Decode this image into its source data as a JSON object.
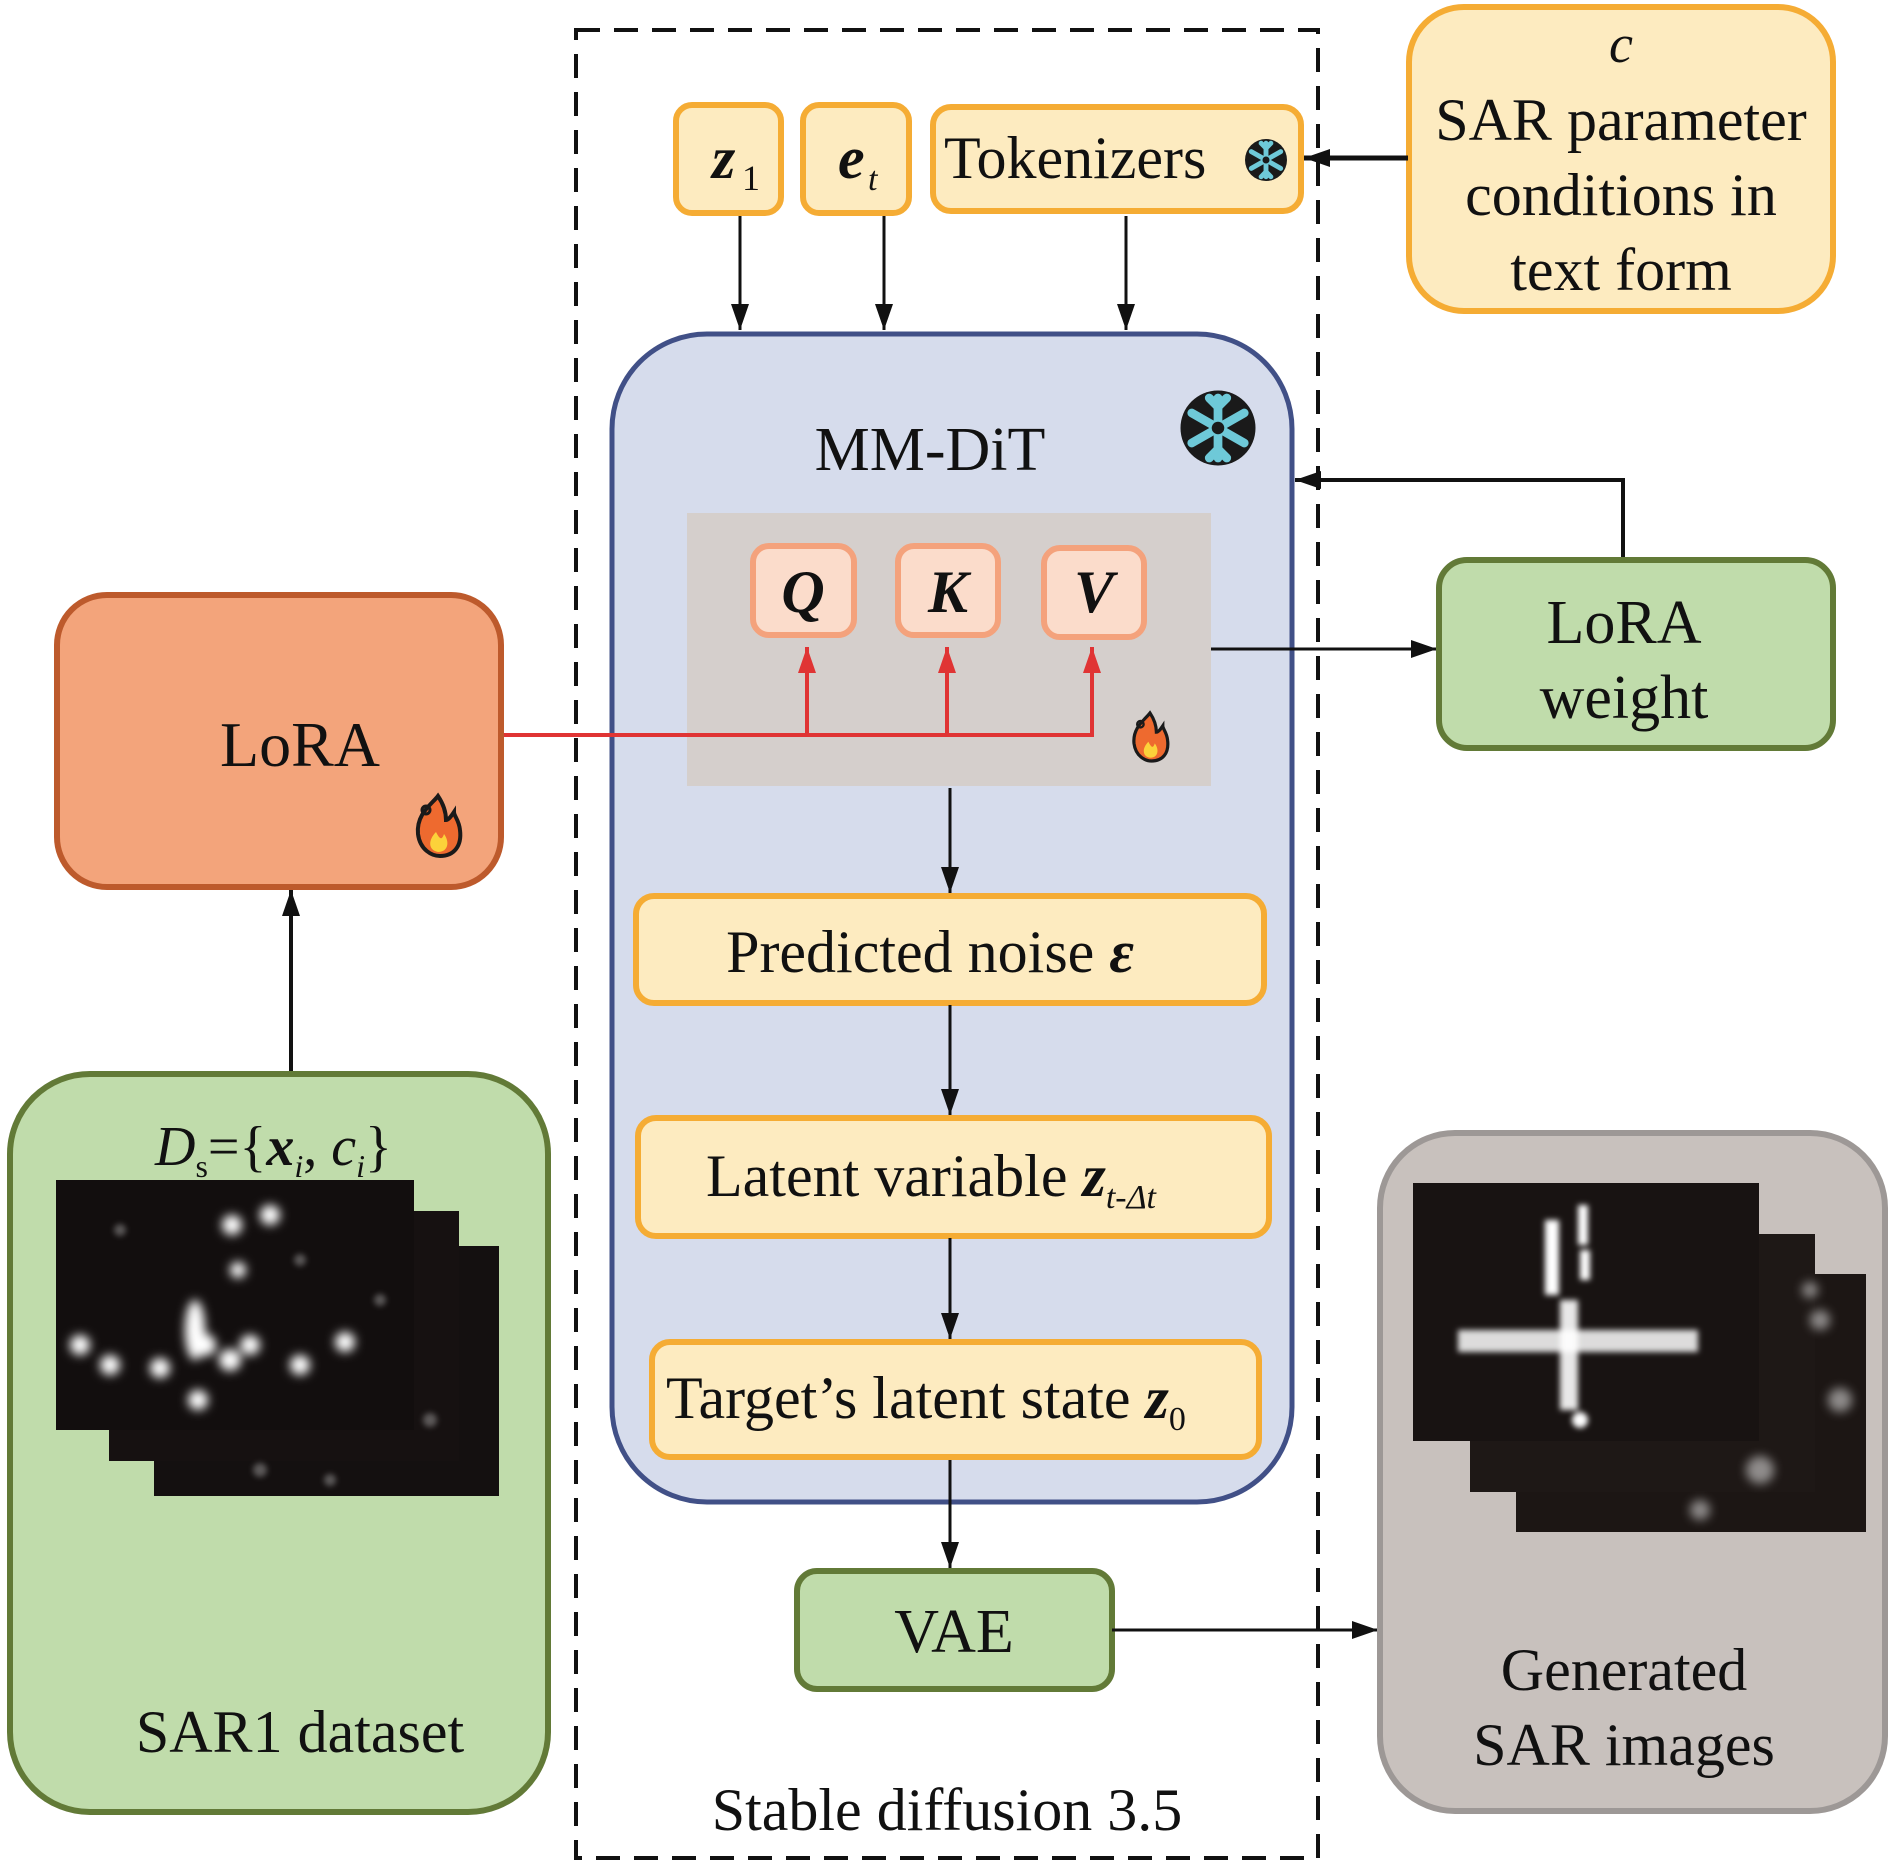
{
  "colors": {
    "yellow_fill": "#fdebc0",
    "yellow_stroke": "#f5ac34",
    "blue_fill": "#d6dcec",
    "blue_stroke": "#415087",
    "gray_panel": "#d5cfcc",
    "qkv_fill": "#fbdccb",
    "qkv_stroke": "#f4a27c",
    "lora_fill": "#f3a47b",
    "lora_stroke": "#bd5a2c",
    "green_fill": "#c0dcab",
    "green_stroke": "#627a37",
    "gray_box_fill": "#c8c1bd",
    "gray_box_stroke": "#9d9896",
    "red_line": "#e03434"
  },
  "container": {
    "label": "Stable diffusion 3.5"
  },
  "inputs": {
    "z1": {
      "main": "z",
      "sub": "1"
    },
    "et": {
      "main": "e",
      "sub": "t"
    },
    "tokenizers": {
      "label": "Tokenizers",
      "icon": "snowflake-icon"
    }
  },
  "condition": {
    "symbol": "c",
    "lines": [
      "SAR parameter",
      "conditions in",
      "text form"
    ]
  },
  "mmdit": {
    "title": "MM-DiT",
    "icon": "snowflake-icon",
    "attention": {
      "q": "Q",
      "k": "K",
      "v": "V",
      "icon": "fire-icon"
    },
    "steps": [
      {
        "text": "Predicted noise ",
        "math": "ε",
        "sub": ""
      },
      {
        "text": "Latent variable ",
        "math": "z",
        "sub": "t-Δt"
      },
      {
        "text": "Target’s latent state ",
        "math": "z",
        "sub": "0"
      }
    ]
  },
  "vae": {
    "label": "VAE"
  },
  "lora": {
    "label": "LoRA",
    "icon": "fire-icon"
  },
  "lora_weight": {
    "lines": [
      "LoRA",
      "weight"
    ]
  },
  "dataset": {
    "formula": {
      "D": "D",
      "s": "s",
      "eq": "={",
      "x": "x",
      "i1": "i",
      "comma": ", ",
      "c": "c",
      "i2": "i",
      "close": "}"
    },
    "label": "SAR1 dataset"
  },
  "generated": {
    "lines": [
      "Generated",
      "SAR images"
    ]
  }
}
